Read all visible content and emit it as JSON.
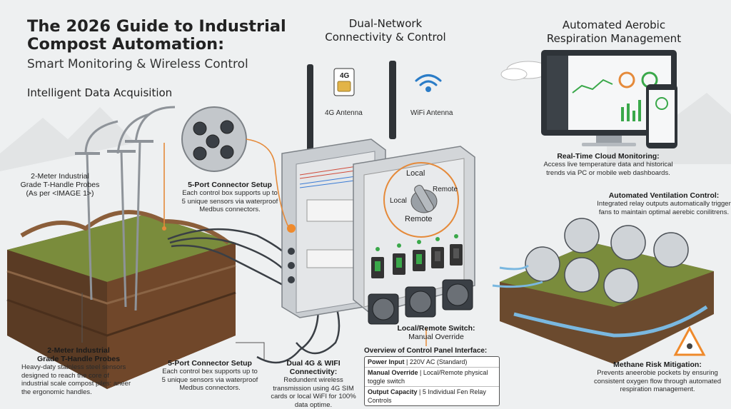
{
  "header": {
    "title_line1": "The 2026 Guide to Industrial",
    "title_line2": "Compost Automation:",
    "subtitle": "Smart Monitoring & Wireless Control",
    "section_left": "Intelligent Data Acquisition"
  },
  "network": {
    "title_line1": "Dual-Network",
    "title_line2": "Connectivity & Control",
    "antenna_4g_chip": "4G",
    "antenna_4g_label": "4G Antenna",
    "antenna_wifi_label": "WiFi Antenna"
  },
  "aerobic": {
    "title_line1": "Automated Aerobic",
    "title_line2": "Respiration Management"
  },
  "probes_top": {
    "line1": "2-Meter Industrial",
    "line2": "Grade T-Handle Probes",
    "line3": "(As per <IMAGE 1>)"
  },
  "connector_top": {
    "title": "5-Port Connector Setup",
    "desc": "Each control box supports up to 5 unique sensors via waterproof Medbus connectors."
  },
  "switch_knob": {
    "local_top": "Local",
    "local_left": "Local",
    "remote_right": "Remote",
    "remote_bottom": "Remote"
  },
  "cloud": {
    "title": "Real-Time Cloud Monitoring:",
    "desc": "Access live temperature data and historical trends via PC or mobile web dashboards."
  },
  "ventilation": {
    "title": "Automated Ventilation Control:",
    "desc": "Integrated relay outputs automatically trigger fans to maintain optimal aerebic conilitrens."
  },
  "probes_bottom": {
    "line1": "2-Meter Industrial",
    "line2": "Grade T-Handle Probes",
    "desc": "Heavy-daty stainless steel sensors designed to reach the core of industrial scale compost piles: aneer the ergonomic handles."
  },
  "connector_bottom": {
    "title": "5-Port Connector Setup",
    "desc": "Each control bex supports up to 5 unique sensors via waterproof Medbus connectors."
  },
  "dual": {
    "title": "Dual 4G & WIFI Connectivity:",
    "desc": "Redundent wireless transmission using 4G SIM cards or local WiFI for 100% data optime."
  },
  "local_remote": {
    "line1": "Local/Remote Switch:",
    "line2": "Manual Override"
  },
  "overview": {
    "title": "Overview of Control Panel Interface:",
    "rows": [
      {
        "key": "Power Input",
        "val": " | 220V AC (Standard)"
      },
      {
        "key": "Manual Override",
        "val": " | Local/Remote physical toggle switch"
      },
      {
        "key": "Output Capacity",
        "val": " | 5 Individual Fen Relay Controls"
      }
    ]
  },
  "methane": {
    "title": "Methane Risk Mitigation:",
    "desc": "Prevents aneerobie pockets by ensuring consistent oxygen flow through automated respiration management."
  },
  "colors": {
    "background": "#eef0f1",
    "callout_orange": "#e58a3a",
    "soil_brown": "#6b4a2e",
    "grass_green": "#7a8c3c",
    "metal_gray": "#c9cdd1",
    "switch_green": "#3aa84a",
    "warning_orange": "#ef8a2c"
  }
}
